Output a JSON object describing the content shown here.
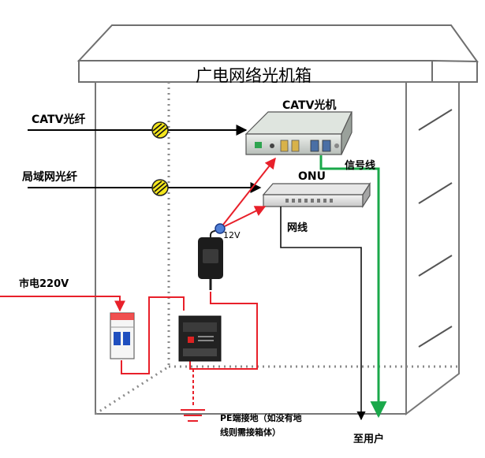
{
  "cabinet": {
    "title": "广电网络光机箱"
  },
  "devices": {
    "catv_optical_receiver": "CATV光机",
    "onu": "ONU",
    "power_voltage": "12V"
  },
  "inputs": {
    "catv_fiber": "CATV光纤",
    "lan_fiber": "局域网光纤",
    "mains_power": "市电220V"
  },
  "outputs": {
    "signal_cable": "信号线",
    "network_cable": "网线",
    "to_user": "至用户"
  },
  "grounding": {
    "note_line1": "PE端接地（如没有地",
    "note_line2": "线则需接箱体）"
  },
  "colors": {
    "power_wire": "#e8202a",
    "signal_wire": "#1aa84a",
    "network_wire": "#111111",
    "fiber": "#000000",
    "fiber_marker": "#f4e61c"
  }
}
